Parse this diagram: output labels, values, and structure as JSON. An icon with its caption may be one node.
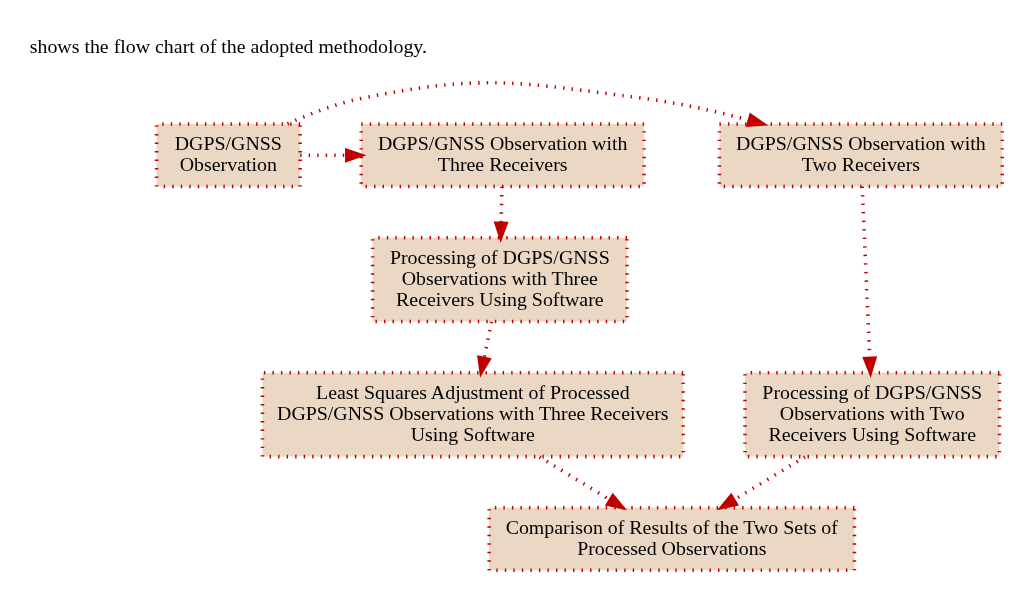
{
  "diagram": {
    "nodes": [
      {
        "text": [
          "DGPS/GNSS Observation with Two Receivers"
        ]
      },
      {
        "text": [
          "DGPS/GNSS Observation"
        ]
      },
      {
        "text": [
          "DGPS/GNSS Observation with Three Receivers"
        ]
      },
      {
        "text": [
          "Processing of DGPS/GNSS Observations with Two Receivers Using Software"
        ]
      },
      {
        "text": [
          "Processing of DGPS/GNSS Observations with Three Receivers Using Software"
        ]
      },
      {
        "text": [
          "Least Squares Adjustment of Processed DGPS/GNSS Observations with Three Receivers Using Software"
        ]
      },
      {
        "text": [
          "Comparison of Results of the Two Sets of Processed Observations"
        ]
      }
    ],
    "edges": [
      {
        "from": 1,
        "to": 0,
        "arrow": "to"
      },
      {
        "from": 1,
        "to": 2,
        "arrow": "to"
      },
      {
        "from": 0,
        "to": 3,
        "arrow": "to"
      },
      {
        "from": 2,
        "to": 4,
        "arrow": "to"
      },
      {
        "from": 4,
        "to": 5,
        "arrow": "to"
      },
      {
        "from": 3,
        "to": 6,
        "arrow": "to"
      },
      {
        "from": 5,
        "to": 6,
        "arrow": "to"
      }
    ],
    "labels": [
      "shows the flow chart of the adopted methodology."
    ]
  }
}
